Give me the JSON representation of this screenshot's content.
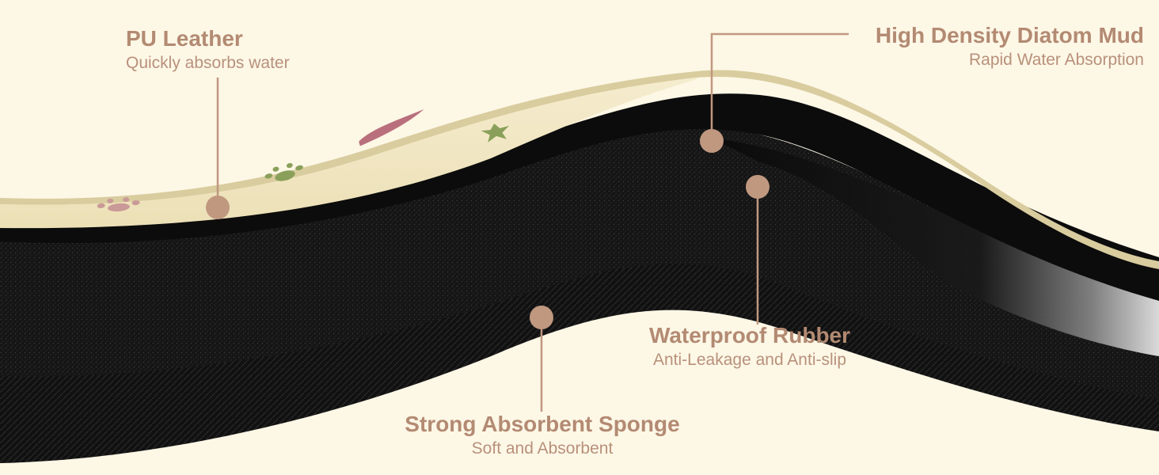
{
  "layers": {
    "pu_leather": {
      "title": "PU Leather",
      "subtitle": "Quickly absorbs water"
    },
    "diatom_mud": {
      "title": "High Density Diatom Mud",
      "subtitle": "Rapid Water Absorption"
    },
    "waterproof_rubber": {
      "title": "Waterproof Rubber",
      "subtitle": "Anti-Leakage and Anti-slip"
    },
    "sponge": {
      "title": "Strong Absorbent Sponge",
      "subtitle": "Soft and Absorbent"
    }
  },
  "colors": {
    "background": "#fdf7e6",
    "label": "#b38a72",
    "marker": "#c09880",
    "surface": "#f1e7c4",
    "foam": "#111111"
  },
  "icons": {
    "surface_pattern": [
      "paw-print-icon",
      "star-icon",
      "paw-print-icon",
      "heart-icon"
    ]
  }
}
